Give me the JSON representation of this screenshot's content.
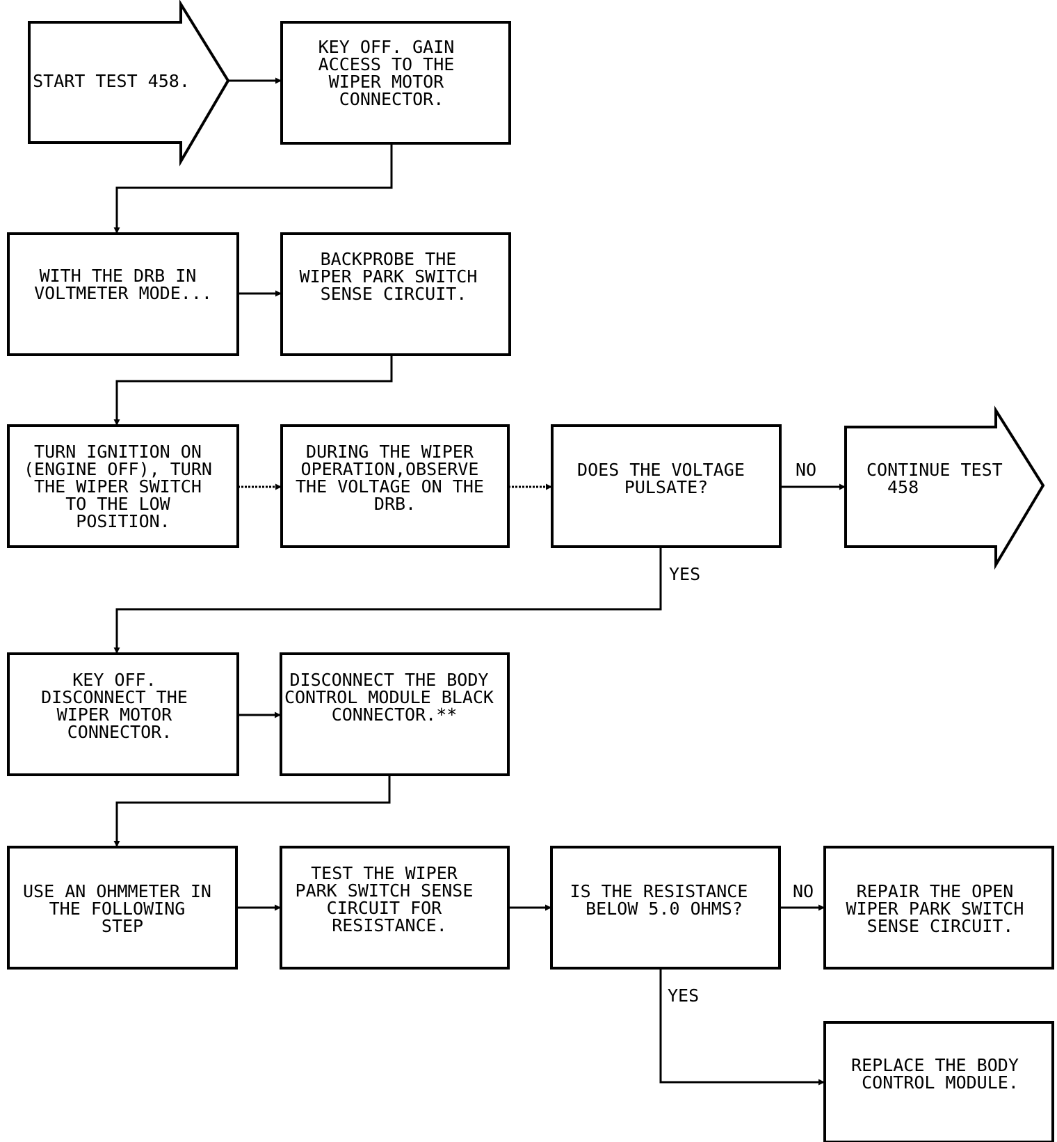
{
  "boxes": {
    "start": [
      "START TEST 458."
    ],
    "key_off_access": [
      "KEY OFF. GAIN",
      "ACCESS TO THE",
      "WIPER MOTOR",
      "CONNECTOR."
    ],
    "drb_voltmeter": [
      "WITH THE DRB IN",
      "VOLTMETER MODE..."
    ],
    "backprobe": [
      "BACKPROBE THE",
      "WIPER PARK SWITCH",
      "SENSE CIRCUIT."
    ],
    "ignition_on": [
      "TURN IGNITION ON",
      "(ENGINE OFF), TURN",
      "THE WIPER SWITCH",
      "TO THE LOW",
      "POSITION."
    ],
    "observe_voltage": [
      "DURING THE WIPER",
      "OPERATION,OBSERVE",
      "THE VOLTAGE ON THE",
      "DRB."
    ],
    "pulsate_question": [
      "DOES THE VOLTAGE",
      "PULSATE?"
    ],
    "continue_test": [
      "CONTINUE TEST",
      "458"
    ],
    "key_off_disconnect": [
      "KEY OFF.",
      "DISCONNECT THE",
      "WIPER MOTOR",
      "CONNECTOR."
    ],
    "disconnect_bcm": [
      "DISCONNECT THE BODY",
      "CONTROL MODULE BLACK",
      "CONNECTOR.**"
    ],
    "use_ohmmeter": [
      "USE AN OHMMETER IN",
      "THE FOLLOWING",
      "STEP"
    ],
    "test_resistance": [
      "TEST THE WIPER",
      "PARK SWITCH SENSE",
      "CIRCUIT FOR",
      "RESISTANCE."
    ],
    "resistance_question": [
      "IS THE RESISTANCE",
      "BELOW 5.0 OHMS?"
    ],
    "repair_open": [
      "REPAIR THE OPEN",
      "WIPER PARK SWITCH",
      "SENSE CIRCUIT."
    ],
    "replace_bcm": [
      "REPLACE THE BODY",
      "CONTROL MODULE."
    ]
  },
  "labels": {
    "no_1": "NO",
    "yes_1": "YES",
    "no_2": "NO",
    "yes_2": "YES"
  }
}
